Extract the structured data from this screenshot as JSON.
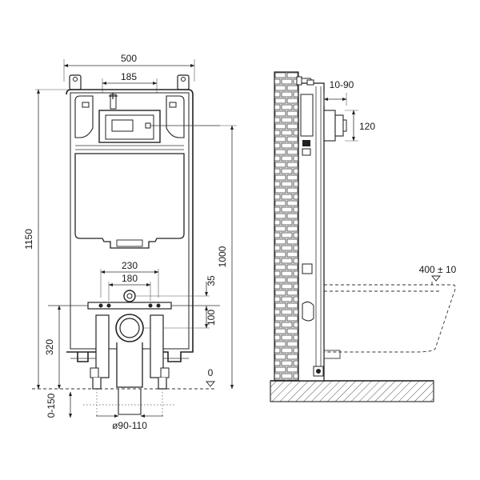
{
  "front_view": {
    "width_total": "500",
    "top_hole_spacing": "185",
    "height_total": "1150",
    "bracket_width": "230",
    "outlet_spacing": "180",
    "outlet_offset": "35",
    "height_1000": "1000",
    "height_320": "320",
    "offset_100": "100",
    "zero_level": "0",
    "floor_adjust": "0-150",
    "drain_diameter": "ø90-110"
  },
  "side_view": {
    "wall_gap": "10-90",
    "inlet_height": "120",
    "bowl_height": "400 ± 10"
  },
  "icons": {
    "triangle_marker": "level-marker-icon"
  }
}
